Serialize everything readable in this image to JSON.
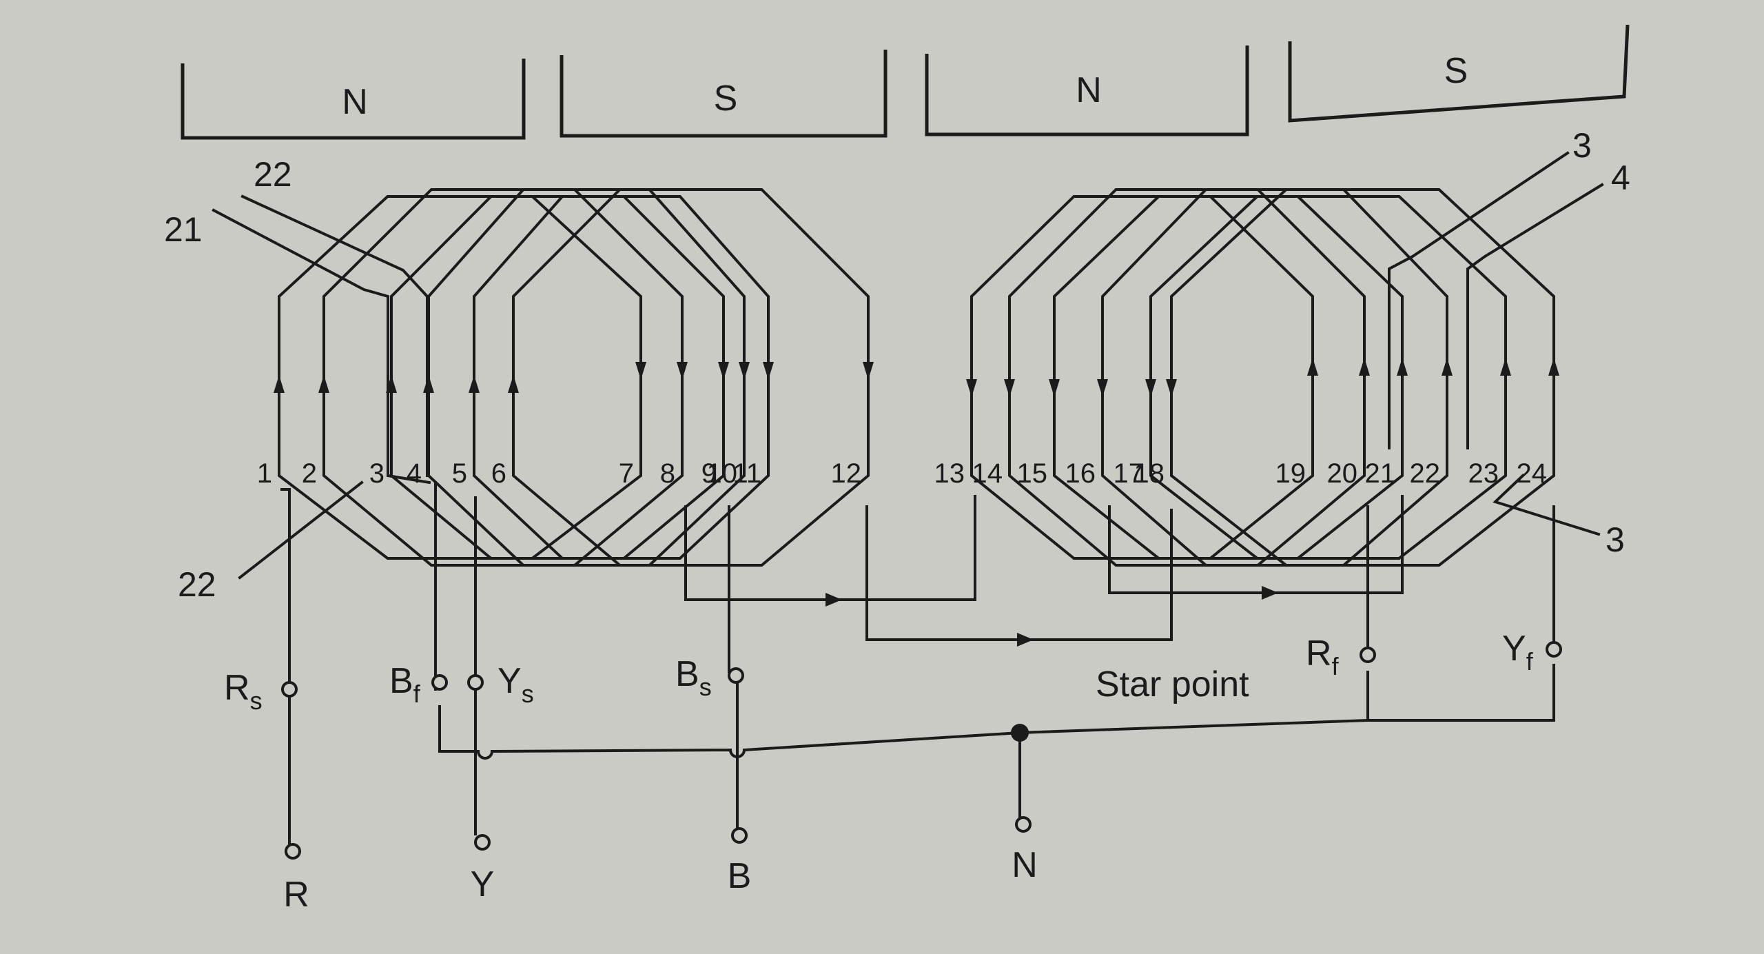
{
  "poles": [
    "N",
    "S",
    "N",
    "S"
  ],
  "slots": [
    "1",
    "2",
    "3",
    "4",
    "5",
    "6",
    "7",
    "8",
    "9",
    "10",
    "11",
    "12",
    "13",
    "14",
    "15",
    "16",
    "17",
    "18",
    "19",
    "20",
    "21",
    "22",
    "23",
    "24"
  ],
  "end_labels": {
    "top_left_21": "21",
    "top_left_22": "22",
    "bottom_left_22": "22",
    "top_right_3": "3",
    "top_right_4": "4",
    "bottom_right_3": "3"
  },
  "terminals": {
    "rs": {
      "main": "R",
      "sub": "s"
    },
    "bf": {
      "main": "B",
      "sub": "f"
    },
    "ys": {
      "main": "Y",
      "sub": "s"
    },
    "bs": {
      "main": "B",
      "sub": "s"
    },
    "rf": {
      "main": "R",
      "sub": "f"
    },
    "yf": {
      "main": "Y",
      "sub": "f"
    }
  },
  "supply": {
    "r": "R",
    "y": "Y",
    "b": "B",
    "n": "N"
  },
  "star_point": "Star point"
}
